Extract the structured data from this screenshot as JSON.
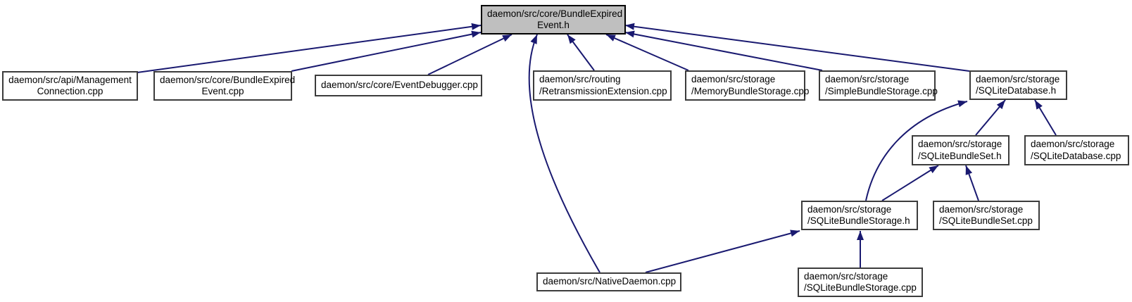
{
  "diagram": {
    "kind": "included-by dependency graph",
    "root": "daemon/src/core/BundleExpiredEvent.h"
  },
  "colors": {
    "edge": "#191970",
    "highlight_fill": "#bfbfbf",
    "node_fill": "#ffffff",
    "node_border": "#3c3c3c",
    "text": "#000000"
  },
  "nodes": [
    {
      "id": "bundle-expired-event-h",
      "line1": "daemon/src/core/BundleExpired",
      "line2": "Event.h",
      "highlighted": true
    },
    {
      "id": "management-connection-cpp",
      "line1": "daemon/src/api/Management",
      "line2": "Connection.cpp"
    },
    {
      "id": "bundle-expired-event-cpp",
      "line1": "daemon/src/core/BundleExpired",
      "line2": "Event.cpp"
    },
    {
      "id": "event-debugger-cpp",
      "line1": "daemon/src/core/EventDebugger.cpp"
    },
    {
      "id": "retransmission-extension-cpp",
      "line1": "daemon/src/routing",
      "line2": "/RetransmissionExtension.cpp"
    },
    {
      "id": "memory-bundle-storage-cpp",
      "line1": "daemon/src/storage",
      "line2": "/MemoryBundleStorage.cpp"
    },
    {
      "id": "simple-bundle-storage-cpp",
      "line1": "daemon/src/storage",
      "line2": "/SimpleBundleStorage.cpp"
    },
    {
      "id": "sqlite-database-h",
      "line1": "daemon/src/storage",
      "line2": "/SQLiteDatabase.h"
    },
    {
      "id": "sqlite-bundle-set-h",
      "line1": "daemon/src/storage",
      "line2": "/SQLiteBundleSet.h"
    },
    {
      "id": "sqlite-database-cpp",
      "line1": "daemon/src/storage",
      "line2": "/SQLiteDatabase.cpp"
    },
    {
      "id": "sqlite-bundle-storage-h",
      "line1": "daemon/src/storage",
      "line2": "/SQLiteBundleStorage.h"
    },
    {
      "id": "sqlite-bundle-set-cpp",
      "line1": "daemon/src/storage",
      "line2": "/SQLiteBundleSet.cpp"
    },
    {
      "id": "native-daemon-cpp",
      "line1": "daemon/src/NativeDaemon.cpp"
    },
    {
      "id": "sqlite-bundle-storage-cpp",
      "line1": "daemon/src/storage",
      "line2": "/SQLiteBundleStorage.cpp"
    }
  ],
  "edges": [
    {
      "from": "management-connection-cpp",
      "to": "bundle-expired-event-h"
    },
    {
      "from": "bundle-expired-event-cpp",
      "to": "bundle-expired-event-h"
    },
    {
      "from": "event-debugger-cpp",
      "to": "bundle-expired-event-h"
    },
    {
      "from": "native-daemon-cpp",
      "to": "bundle-expired-event-h"
    },
    {
      "from": "retransmission-extension-cpp",
      "to": "bundle-expired-event-h"
    },
    {
      "from": "memory-bundle-storage-cpp",
      "to": "bundle-expired-event-h"
    },
    {
      "from": "simple-bundle-storage-cpp",
      "to": "bundle-expired-event-h"
    },
    {
      "from": "sqlite-database-h",
      "to": "bundle-expired-event-h"
    },
    {
      "from": "sqlite-bundle-storage-h",
      "to": "sqlite-database-h"
    },
    {
      "from": "sqlite-bundle-set-h",
      "to": "sqlite-database-h"
    },
    {
      "from": "sqlite-database-cpp",
      "to": "sqlite-database-h"
    },
    {
      "from": "sqlite-bundle-storage-h",
      "to": "sqlite-bundle-set-h"
    },
    {
      "from": "sqlite-bundle-set-cpp",
      "to": "sqlite-bundle-set-h"
    },
    {
      "from": "native-daemon-cpp",
      "to": "sqlite-bundle-storage-h"
    },
    {
      "from": "sqlite-bundle-storage-cpp",
      "to": "sqlite-bundle-storage-h"
    }
  ]
}
